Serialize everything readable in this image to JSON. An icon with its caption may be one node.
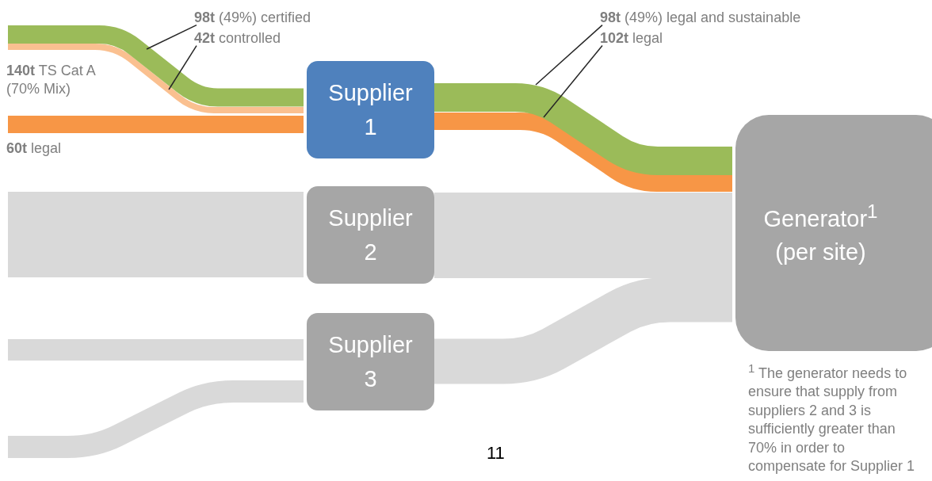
{
  "diagram": {
    "nodes": [
      {
        "text": [
          "Supplier 1"
        ]
      },
      {
        "text": [
          "Supplier 2"
        ]
      },
      {
        "text": [
          "Supplier 3"
        ]
      },
      {
        "text": [
          "Generator$^{1}$ (per site)"
        ]
      },
      {
        "text": [
          "**98t** (49%) certified"
        ]
      },
      {
        "text": [
          "**42t** controlled"
        ]
      },
      {
        "text": [
          "**98t** (49%) legal and sustainable"
        ]
      },
      {
        "text": [
          "**102t** legal"
        ]
      }
    ],
    "edges": [
      {
        "from": null,
        "to": 0,
        "arrow": "none",
        "color": "#9bbb59"
      },
      {
        "from": null,
        "to": 0,
        "arrow": "none",
        "color": "#fac090"
      },
      {
        "from": null,
        "to": 0,
        "arrow": "none",
        "color": "#f79646"
      },
      {
        "from": null,
        "to": 1,
        "arrow": "none",
        "style": "thick",
        "color": "#d9d9d9"
      },
      {
        "from": null,
        "to": 2,
        "arrow": "none",
        "color": "#d9d9d9"
      },
      {
        "from": null,
        "to": 2,
        "arrow": "none",
        "color": "#d9d9d9"
      },
      {
        "from": 0,
        "to": 3,
        "arrow": "none",
        "color": "#9bbb59"
      },
      {
        "from": 0,
        "to": 3,
        "arrow": "none",
        "color": "#f79646"
      },
      {
        "from": 1,
        "to": 3,
        "arrow": "none",
        "style": "thick",
        "color": "#d9d9d9"
      },
      {
        "from": 2,
        "to": 3,
        "arrow": "none",
        "style": "thick",
        "color": "#d9d9d9"
      },
      {
        "from": 4,
        "to": null,
        "arrow": "none",
        "color": "#262626"
      },
      {
        "from": 5,
        "to": null,
        "arrow": "none",
        "color": "#262626"
      },
      {
        "from": 6,
        "to": null,
        "arrow": "none",
        "color": "#262626"
      },
      {
        "from": 7,
        "to": null,
        "arrow": "none",
        "color": "#262626"
      }
    ],
    "labels": [
      "**140t** TS Cat A (70% Mix)",
      "**60t** legal",
      "11",
      "$^{1}$ The generator needs to ensure that supply from suppliers 2 and 3 is sufficiently greater than 70% in order to compensate for Supplier 1"
    ]
  }
}
